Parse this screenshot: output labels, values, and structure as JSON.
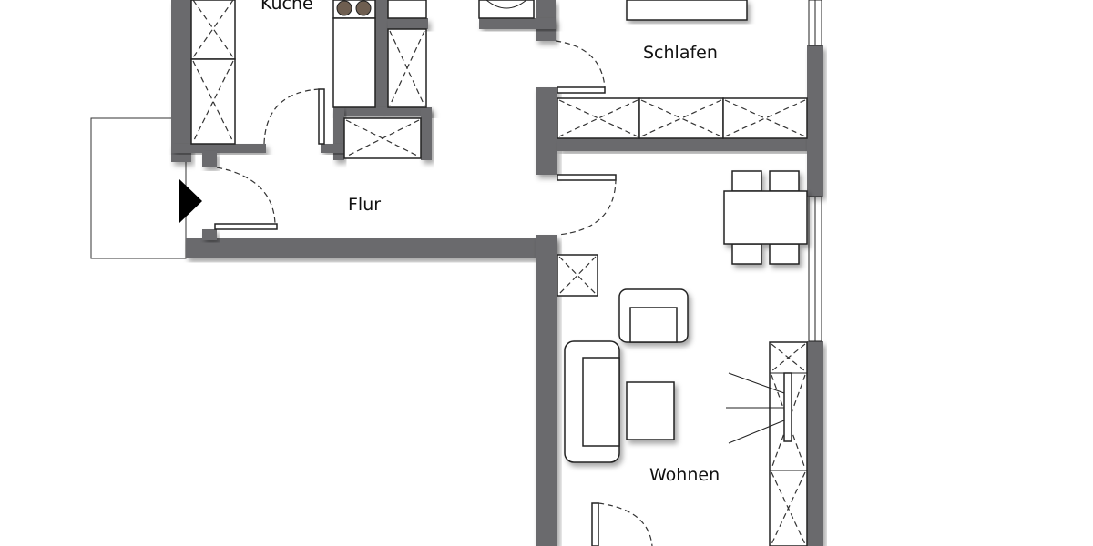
{
  "rooms": {
    "kitchen": "Küche",
    "bedroom": "Schlafen",
    "hallway": "Flur",
    "living": "Wohnen"
  },
  "colors": {
    "wall": "#6b6b6d",
    "background": "#ffffff",
    "lines": "#222222"
  }
}
